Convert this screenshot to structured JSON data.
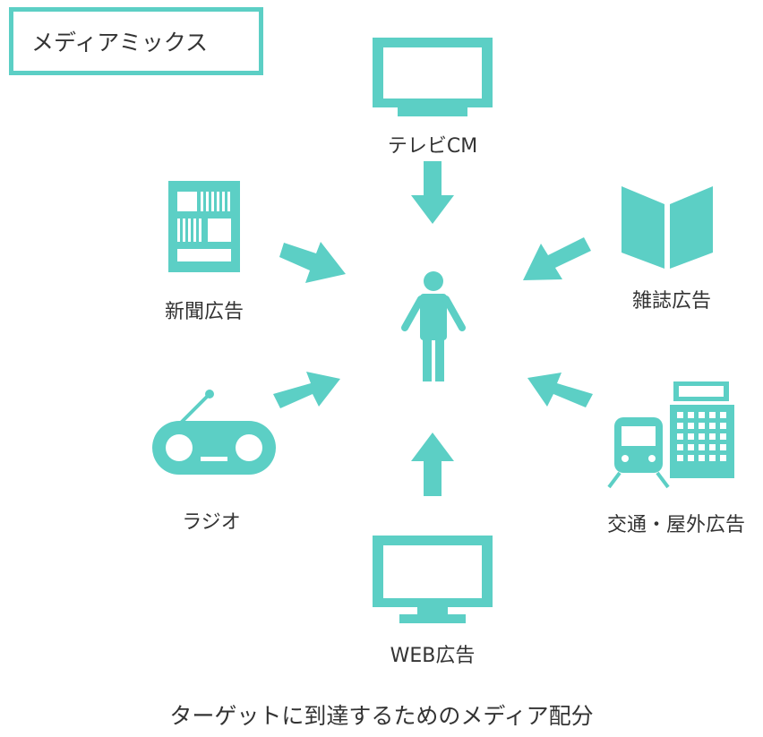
{
  "title": "メディアミックス",
  "accent_color": "#5ccfc5",
  "center": {
    "icon": "person-icon"
  },
  "media": [
    {
      "id": "tv",
      "label": "テレビCM",
      "icon": "tv-icon"
    },
    {
      "id": "newspaper",
      "label": "新聞広告",
      "icon": "newspaper-icon"
    },
    {
      "id": "magazine",
      "label": "雑誌広告",
      "icon": "magazine-icon"
    },
    {
      "id": "radio",
      "label": "ラジオ",
      "icon": "radio-icon"
    },
    {
      "id": "transit",
      "label": "交通・屋外広告",
      "icon": "train-building-icon"
    },
    {
      "id": "web",
      "label": "WEB広告",
      "icon": "monitor-icon"
    }
  ],
  "caption": "ターゲットに到達するためのメディア配分"
}
